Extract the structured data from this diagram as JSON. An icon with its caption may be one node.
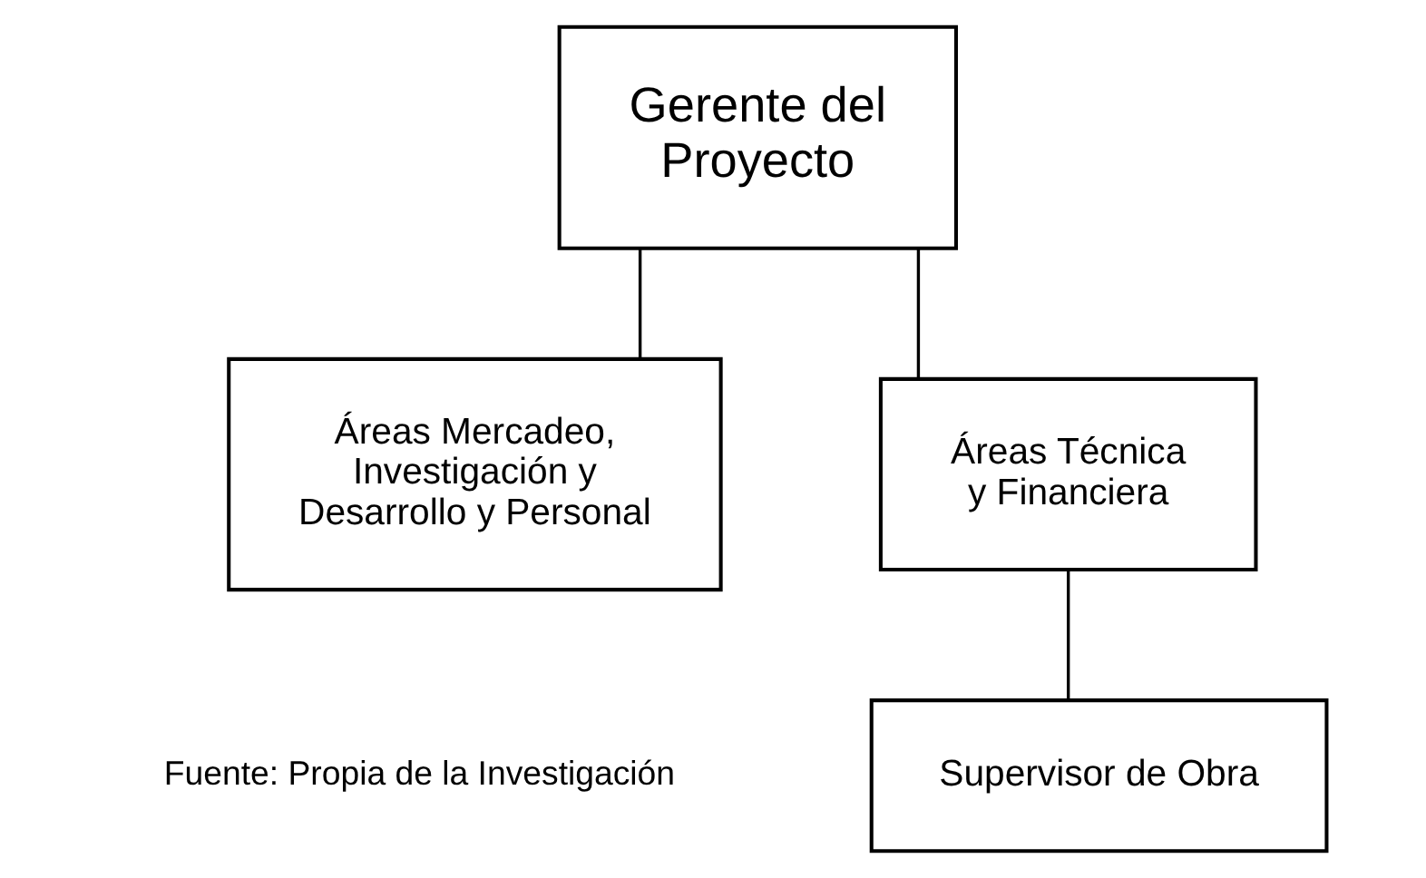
{
  "diagram": {
    "nodes": [
      {
        "text": [
          "Gerente del Proyecto"
        ]
      },
      {
        "text": [
          "Áreas Mercadeo, Investigación y Desarrollo y Personal"
        ]
      },
      {
        "text": [
          "Áreas Técnica y Financiera"
        ]
      },
      {
        "text": [
          "Supervisor de Obra"
        ]
      }
    ],
    "edges": [
      {
        "from": 0,
        "to": 1,
        "arrow": "none"
      },
      {
        "from": 0,
        "to": 2,
        "arrow": "none"
      },
      {
        "from": 2,
        "to": 3,
        "arrow": "none"
      }
    ],
    "labels": [
      "Fuente: Propia de la Investigación"
    ]
  }
}
